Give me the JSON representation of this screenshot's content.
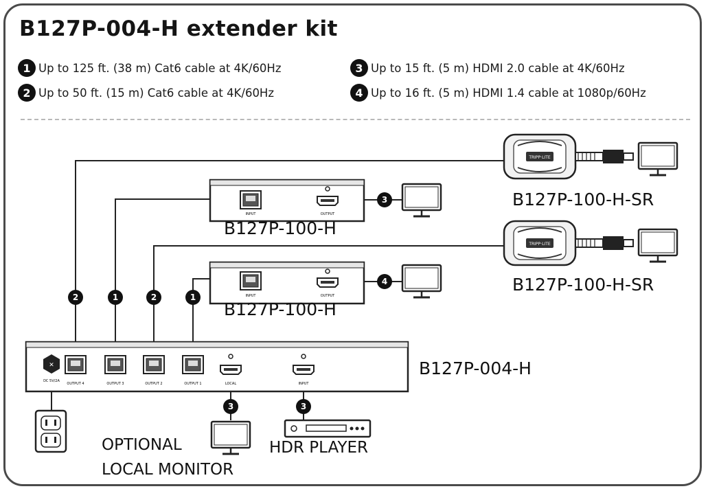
{
  "title": "B127P-004-H extender kit",
  "legend": [
    {
      "num": "1",
      "text": "Up to 125 ft. (38 m) Cat6 cable at 4K/60Hz"
    },
    {
      "num": "2",
      "text": "Up to 50 ft. (15 m) Cat6 cable at 4K/60Hz"
    },
    {
      "num": "3",
      "text": "Up to 15 ft. (5 m) HDMI 2.0 cable at 4K/60Hz"
    },
    {
      "num": "4",
      "text": "Up to 16 ft. (5 m) HDMI 1.4 cable at 1080p/60Hz"
    }
  ],
  "devices": {
    "sr_top": "B127P-100-H-SR",
    "rx_top": "B127P-100-H",
    "sr_bottom": "B127P-100-H-SR",
    "rx_bottom": "B127P-100-H",
    "transmitter": "B127P-004-H"
  },
  "bottom_labels": {
    "monitor_line1": "OPTIONAL",
    "monitor_line2": "LOCAL MONITOR",
    "player": "HDR PLAYER"
  },
  "badges": {
    "cable_out4": "2",
    "cable_out3": "1",
    "cable_out2": "2",
    "cable_out1": "1",
    "hdmi_rx_top": "3",
    "hdmi_rx_bottom": "4",
    "hdmi_local": "3",
    "hdmi_input": "3"
  },
  "port_labels": {
    "out4": "OUTPUT 4",
    "out3": "OUTPUT 3",
    "out2": "OUTPUT 2",
    "out1": "OUTPUT 1",
    "local": "LOCAL",
    "input": "INPUT",
    "rx_input": "INPUT",
    "rx_output": "OUTPUT",
    "power": "DC 5V/2A",
    "sr_brand": "TRIPP·LITE"
  },
  "colors": {
    "line": "#222222",
    "frame": "#4a4a4a",
    "device_fill": "#ffffff"
  }
}
